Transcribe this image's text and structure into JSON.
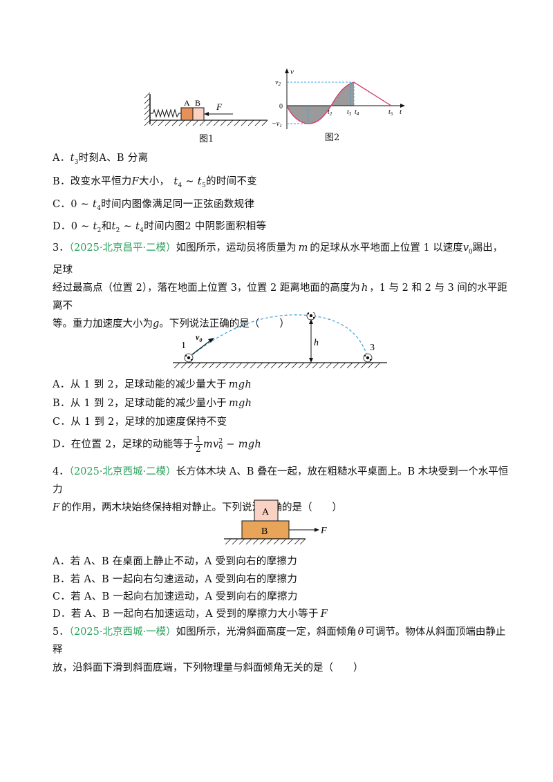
{
  "figure_top": {
    "fig1_caption": "图1",
    "fig2_caption": "图2",
    "label_A": "A",
    "label_B": "B",
    "label_F": "F",
    "axis_v": "v",
    "axis_t": "t",
    "tick_v2": "v",
    "tick_v2_sub": "2",
    "tick_zero": "0",
    "tick_v1": "−v",
    "tick_v1_sub": "1",
    "t2": "t",
    "t2_sub": "2",
    "t3": "t",
    "t3_sub": "3",
    "t4": "t",
    "t4_sub": "4",
    "t5": "t",
    "t5_sub": "5"
  },
  "q2_options": {
    "a_prefix": "A．",
    "a_sym": "t",
    "a_sub": "3",
    "a_text": "时刻A、B 分离",
    "b_prefix": "B．改变水平恒力",
    "b_sym": "F",
    "b_mid": "大小，",
    "b_t4": "t",
    "b_t4_sub": "4",
    "b_tilde": " ~ ",
    "b_t5": "t",
    "b_t5_sub": "5",
    "b_text": "的时间不变",
    "c_prefix": "C．",
    "c_range": "0 ~ ",
    "c_t": "t",
    "c_sub": "4",
    "c_text": "时间内图像满足同一正弦函数规律",
    "d_prefix": "D．",
    "d_range1": "0 ~ ",
    "d_t2": "t",
    "d_t2_sub": "2",
    "d_and": "和",
    "d_ta": "t",
    "d_ta_sub": "2",
    "d_tilde": " ~ ",
    "d_tb": "t",
    "d_tb_sub": "4",
    "d_text": "时间内图2 中阴影面积相等"
  },
  "q3": {
    "number": "3．",
    "tag": "（2025·北京昌平·二模）",
    "line1_rest": "如图所示，运动员将质量为",
    "m": "m",
    "line1_b": "的足球从水平地面上位置 1 以速度",
    "v0": "v",
    "v0_sub": "0",
    "line1_c": "踢出，足球",
    "line2": "经过最高点（位置 2），落在地面上位置 3，位置 2 距离地面的高度为",
    "h": "h",
    "line2_b": "，1 与 2 和 2 与 3 间的水平距离不",
    "line3": "等。重力加速度大小为",
    "g": "g",
    "line3_b": "。下列说法正确的是（　　）",
    "fig_label1": "1",
    "fig_label2": "2",
    "fig_label3": "3",
    "fig_h": "h",
    "fig_v0": "v",
    "fig_v0_sub": "0",
    "opt_a": "A．从 1 到 2，足球动能的减少量大于",
    "opt_a_sym": "mgh",
    "opt_b": "B．从 1 到 2，足球动能的减少量小于",
    "opt_b_sym": "mgh",
    "opt_c": "C．从 1 到 2，足球的加速度保持不变",
    "opt_d": "D．在位置 2，足球的动能等于",
    "opt_d_num": "1",
    "opt_d_den": "2",
    "opt_d_sym": "mv",
    "opt_d_sub": "0",
    "opt_d_sup": "2",
    "opt_d_tail": " − mgh"
  },
  "q4": {
    "number": "4．",
    "tag": "（2025·北京西城·二模）",
    "line1_rest": "长方体木块 A、B 叠在一起，放在粗糙水平桌面上。B 木块受到一个水平恒力",
    "line2_F": "F",
    "line2": "的作用，两木块始终保持相对静止。下列说法正确的是（　　）",
    "fig_A": "A",
    "fig_B": "B",
    "fig_F": "F",
    "opt_a": "A．若 A、B 在桌面上静止不动，A 受到向右的摩擦力",
    "opt_b": "B．若 A、B 一起向右匀速运动，A 受到向右的摩擦力",
    "opt_c": "C．若 A、B 一起向右加速运动，A 受到向右的摩擦力",
    "opt_d": "D．若 A、B 一起向右加速运动，A 受到的摩擦力大小等于",
    "opt_d_sym": "F"
  },
  "q5": {
    "number": "5．",
    "tag": "（2025·北京西城·一模）",
    "line1_rest": "如图所示，光滑斜面高度一定，斜面倾角",
    "theta": "θ",
    "line1_b": "可调节。物体从斜面顶端由静止释",
    "line2": "放，沿斜面下滑到斜面底端，下列物理量与斜面倾角无关的是（　　）"
  }
}
